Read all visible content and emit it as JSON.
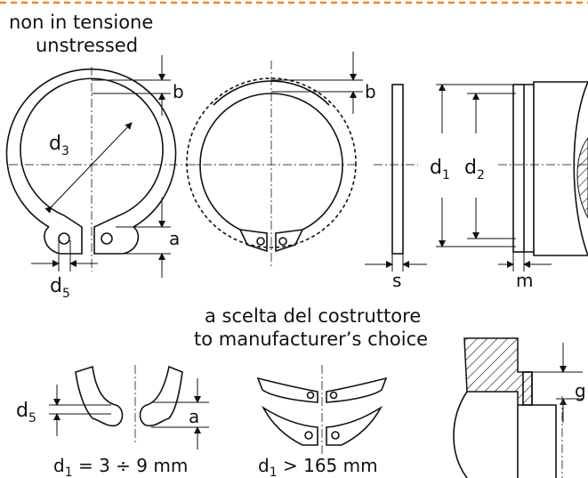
{
  "header": {
    "caption_it": "non in tensione",
    "caption_en": "unstressed",
    "accent_color": "#f08a1c"
  },
  "labels": {
    "b1": "b",
    "b2": "b",
    "a_top": "a",
    "d3_main": "d",
    "d3_sub": "3",
    "d5_main": "d",
    "d5_sub": "5",
    "d1_main": "d",
    "d1_sub": "1",
    "d2_main": "d",
    "d2_sub": "2",
    "s": "s",
    "m": "m",
    "g": "g",
    "d5b_main": "d",
    "d5b_sub": "5",
    "a_bottom": "a"
  },
  "choice": {
    "line_it": "a scelta del costruttore",
    "line_en": "to manufacturer’s choice"
  },
  "captions": {
    "small_main": "d",
    "small_sub": "1",
    "small_rest": " = 3 ÷ 9 mm",
    "large_main": "d",
    "large_sub": "1",
    "large_rest": " > 165 mm"
  }
}
